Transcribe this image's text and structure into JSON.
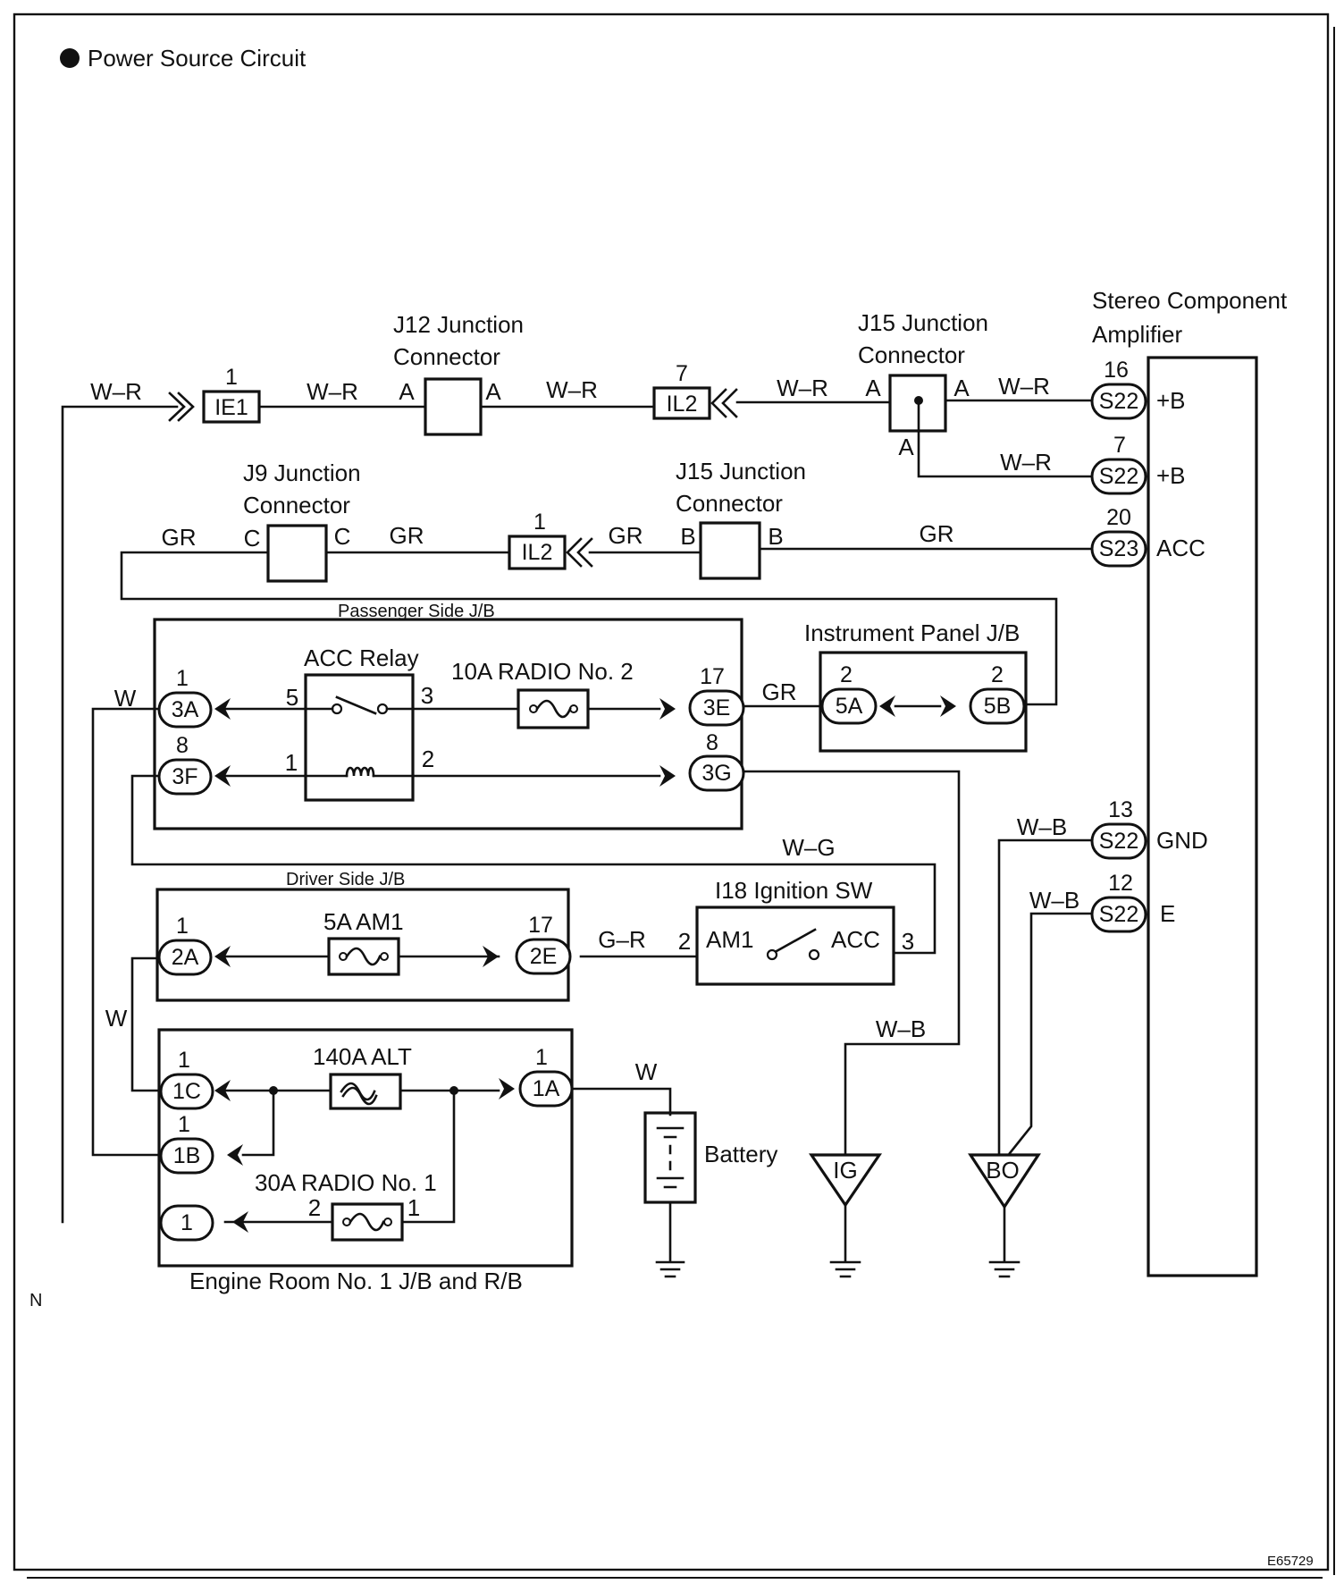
{
  "title": "Power Source Circuit",
  "figure_id": "E65729",
  "corner_mark": "N",
  "components": {
    "stereo_amp": {
      "line1": "Stereo Component",
      "line2": "Amplifier",
      "pins": [
        {
          "num": "16",
          "conn": "S22",
          "label": "+B"
        },
        {
          "num": "7",
          "conn": "S22",
          "label": "+B"
        },
        {
          "num": "20",
          "conn": "S23",
          "label": "ACC"
        },
        {
          "num": "13",
          "conn": "S22",
          "label": "GND"
        },
        {
          "num": "12",
          "conn": "S22",
          "label": "E"
        }
      ]
    },
    "j12": {
      "line1": "J12 Junction",
      "line2": "Connector",
      "left": "A",
      "right": "A"
    },
    "j15_top": {
      "line1": "J15 Junction",
      "line2": "Connector",
      "left": "A",
      "right": "A",
      "bottom": "A"
    },
    "j9": {
      "line1": "J9 Junction",
      "line2": "Connector",
      "left": "C",
      "right": "C"
    },
    "j15_mid": {
      "line1": "J15 Junction",
      "line2": "Connector",
      "left": "B",
      "right": "B"
    },
    "ie1": {
      "num": "1",
      "label": "IE1"
    },
    "il2_top": {
      "num": "7",
      "label": "IL2"
    },
    "il2_mid": {
      "num": "1",
      "label": "IL2"
    },
    "passenger_jb": {
      "label": "Passenger Side J/B",
      "pins": [
        {
          "num": "1",
          "conn": "3A"
        },
        {
          "num": "8",
          "conn": "3F"
        },
        {
          "num": "17",
          "conn": "3E"
        },
        {
          "num": "8",
          "conn": "3G"
        }
      ]
    },
    "acc_relay": {
      "label": "ACC Relay",
      "pins": [
        "5",
        "3",
        "1",
        "2"
      ]
    },
    "fuse_radio2": {
      "label": "10A RADIO No. 2"
    },
    "instrument_jb": {
      "label": "Instrument Panel J/B",
      "pins": [
        {
          "num": "2",
          "conn": "5A"
        },
        {
          "num": "2",
          "conn": "5B"
        }
      ]
    },
    "driver_jb": {
      "label": "Driver Side J/B",
      "pins": [
        {
          "num": "1",
          "conn": "2A"
        },
        {
          "num": "17",
          "conn": "2E"
        }
      ]
    },
    "fuse_am1": {
      "label": "5A AM1"
    },
    "ignition_sw": {
      "label": "I18 Ignition SW",
      "left": "AM1",
      "right": "ACC",
      "pin_left": "2",
      "pin_right": "3"
    },
    "engine_jb": {
      "label": "Engine Room No. 1 J/B and R/B",
      "pins": [
        {
          "num": "1",
          "conn": "1C"
        },
        {
          "num": "1",
          "conn": "1B"
        },
        {
          "num": "",
          "conn": "1"
        },
        {
          "num": "1",
          "conn": "1A"
        }
      ]
    },
    "fuse_alt": {
      "label": "140A ALT"
    },
    "fuse_radio1": {
      "label": "30A RADIO No. 1",
      "pin_left": "2",
      "pin_right": "1"
    },
    "battery": {
      "label": "Battery"
    },
    "ground_ig": {
      "label": "IG"
    },
    "ground_bo": {
      "label": "BO"
    }
  },
  "wires": {
    "wr": "W–R",
    "gr": "GR",
    "w": "W",
    "wb": "W–B",
    "wg": "W–G",
    "gr2": "G–R"
  }
}
